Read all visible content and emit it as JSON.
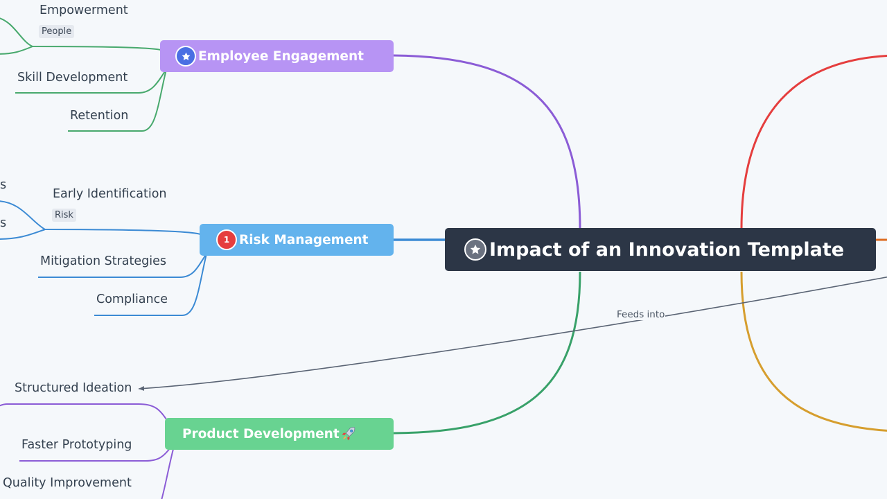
{
  "central": {
    "title": "Impact of an Innovation Template",
    "icon": "star-icon"
  },
  "branches": {
    "employee_engagement": {
      "label": "Employee Engagement",
      "icon": "star-icon",
      "color": "#b794f4",
      "children": {
        "empowerment": {
          "label": "Empowerment",
          "tag": "People"
        },
        "skill_development": {
          "label": "Skill Development"
        },
        "retention": {
          "label": "Retention"
        }
      }
    },
    "risk_management": {
      "label": "Risk Management",
      "icon": "priority-1-icon",
      "badge": "1",
      "color": "#63b3ed",
      "children": {
        "early_identification": {
          "label": "Early Identification",
          "tag": "Risk"
        },
        "mitigation_strategies": {
          "label": "Mitigation Strategies"
        },
        "compliance": {
          "label": "Compliance"
        },
        "offscreen_1": {
          "label": "s"
        },
        "offscreen_2": {
          "label": "s"
        }
      }
    },
    "product_development": {
      "label": "Product Development",
      "icon": "rocket-icon",
      "color": "#68d391",
      "children": {
        "structured_ideation": {
          "label": "Structured Ideation"
        },
        "faster_prototyping": {
          "label": "Faster Prototyping"
        },
        "quality_improvement": {
          "label": "Quality Improvement"
        }
      }
    }
  },
  "connection": {
    "label": "Feeds into"
  },
  "colors": {
    "employee_line": "#8b5cd6",
    "employee_leaf_line": "#48a96d",
    "risk_line": "#3b8ad4",
    "product_line": "#38a169",
    "product_leaf_line": "#8b5cd6",
    "offscreen_red": "#e53e3e",
    "offscreen_orange": "#dd6b20",
    "offscreen_yellow": "#d69e2e",
    "connector": "#5a6474",
    "badge_blue": "#4a6fe3",
    "badge_red": "#e53e3e",
    "badge_gray": "#6b7280"
  }
}
